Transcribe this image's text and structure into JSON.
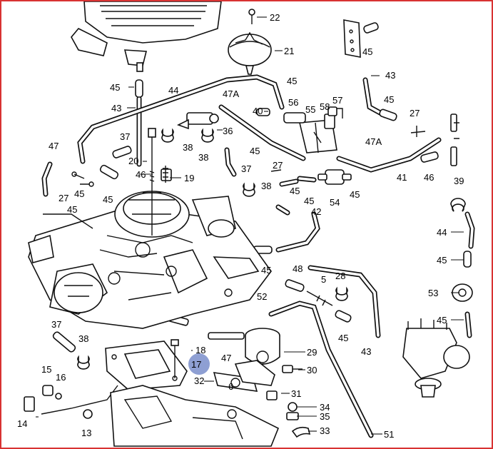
{
  "colors": {
    "frame": "#d83232",
    "highlight": "#8e9fd3",
    "ink": "#111111"
  },
  "callouts": [
    {
      "id": "l-22",
      "text": "22"
    },
    {
      "id": "l-21",
      "text": "21"
    },
    {
      "id": "l-45-tr",
      "text": "45"
    },
    {
      "id": "l-45-a",
      "text": "45"
    },
    {
      "id": "l-44",
      "text": "44"
    },
    {
      "id": "l-47a-1",
      "text": "47A"
    },
    {
      "id": "l-45-b",
      "text": "45"
    },
    {
      "id": "l-43-t",
      "text": "43"
    },
    {
      "id": "l-45-c",
      "text": "45"
    },
    {
      "id": "l-43-a",
      "text": "43"
    },
    {
      "id": "l-56",
      "text": "56"
    },
    {
      "id": "l-57",
      "text": "57"
    },
    {
      "id": "l-55",
      "text": "55"
    },
    {
      "id": "l-58",
      "text": "58"
    },
    {
      "id": "l-40",
      "text": "40"
    },
    {
      "id": "l-27-r",
      "text": "27"
    },
    {
      "id": "l-36",
      "text": "36"
    },
    {
      "id": "l-37-a",
      "text": "37"
    },
    {
      "id": "l-38-a",
      "text": "38"
    },
    {
      "id": "l-38-b",
      "text": "38"
    },
    {
      "id": "l-47a-2",
      "text": "47A"
    },
    {
      "id": "l-45-d",
      "text": "45"
    },
    {
      "id": "l-47",
      "text": "47"
    },
    {
      "id": "l-20",
      "text": "20"
    },
    {
      "id": "l-46-a",
      "text": "46"
    },
    {
      "id": "l-19",
      "text": "19"
    },
    {
      "id": "l-37-b",
      "text": "37"
    },
    {
      "id": "l-27-m",
      "text": "27"
    },
    {
      "id": "l-41",
      "text": "41"
    },
    {
      "id": "l-46-b",
      "text": "46"
    },
    {
      "id": "l-27-l",
      "text": "27"
    },
    {
      "id": "l-45-e",
      "text": "45"
    },
    {
      "id": "l-45-f",
      "text": "45"
    },
    {
      "id": "l-38-c",
      "text": "38"
    },
    {
      "id": "l-45-g",
      "text": "45"
    },
    {
      "id": "l-45-h",
      "text": "45"
    },
    {
      "id": "l-54",
      "text": "54"
    },
    {
      "id": "l-45-i",
      "text": "45"
    },
    {
      "id": "l-39",
      "text": "39"
    },
    {
      "id": "l-45-j",
      "text": "45"
    },
    {
      "id": "l-42",
      "text": "42"
    },
    {
      "id": "l-44-r",
      "text": "44"
    },
    {
      "id": "l-45-k",
      "text": "45"
    },
    {
      "id": "l-48",
      "text": "48"
    },
    {
      "id": "l-5",
      "text": "5"
    },
    {
      "id": "l-28",
      "text": "28"
    },
    {
      "id": "l-45-l",
      "text": "45"
    },
    {
      "id": "l-53",
      "text": "53"
    },
    {
      "id": "l-52",
      "text": "52"
    },
    {
      "id": "l-45-m",
      "text": "45"
    },
    {
      "id": "l-45-n",
      "text": "45"
    },
    {
      "id": "l-37-c",
      "text": "37"
    },
    {
      "id": "l-38-d",
      "text": "38"
    },
    {
      "id": "l-18",
      "text": "18"
    },
    {
      "id": "l-47-b",
      "text": "47"
    },
    {
      "id": "l-29",
      "text": "29"
    },
    {
      "id": "l-43-b",
      "text": "43"
    },
    {
      "id": "l-15",
      "text": "15"
    },
    {
      "id": "l-16",
      "text": "16"
    },
    {
      "id": "l-17",
      "text": "17"
    },
    {
      "id": "l-32",
      "text": "32"
    },
    {
      "id": "l-30",
      "text": "30"
    },
    {
      "id": "l-6",
      "text": "6"
    },
    {
      "id": "l-31",
      "text": "31"
    },
    {
      "id": "l-14",
      "text": "14"
    },
    {
      "id": "l-13",
      "text": "13"
    },
    {
      "id": "l-34",
      "text": "34"
    },
    {
      "id": "l-35",
      "text": "35"
    },
    {
      "id": "l-33",
      "text": "33"
    },
    {
      "id": "l-51",
      "text": "51"
    }
  ]
}
